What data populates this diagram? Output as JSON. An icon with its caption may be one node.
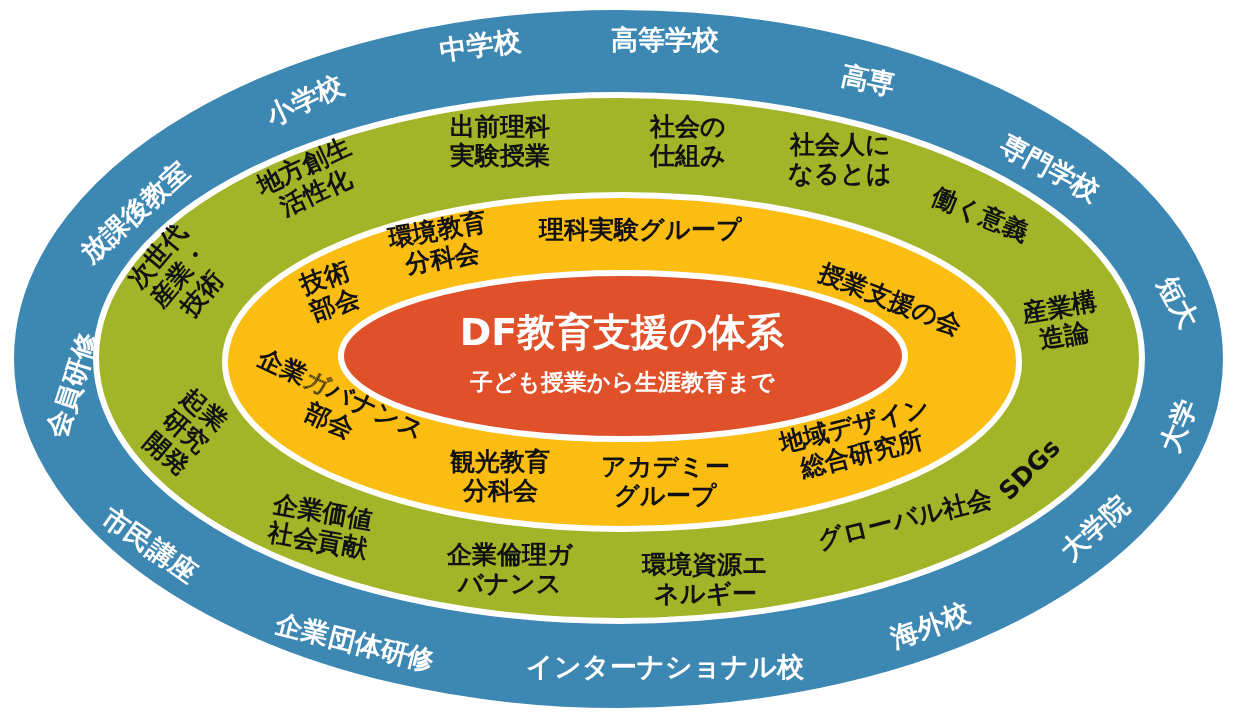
{
  "diagram": {
    "nodes": [
      {
        "text": [
          "放課後教室",
          "小学校",
          "中学校",
          "高等学校",
          "高専",
          "専門学校",
          "短大",
          "会員研修",
          "市民講座",
          "企業団体研修",
          "インターナショナル校",
          "海外校",
          "大学院",
          "大学"
        ]
      },
      {
        "text": [
          "次世代産業・技術",
          "地方創生活性化",
          "出前理科実験授業",
          "社会の仕組み",
          "社会人になるとは",
          "働く意義",
          "産業構造論",
          "起業研究開発",
          "企業価値社会貢献",
          "企業倫理ガバナンス",
          "環境資源エネルギー",
          "グローバル社会",
          "SDGs"
        ],
        "in": 0
      },
      {
        "text": [
          "技術部会",
          "環境教育分科会",
          "理科実験グループ",
          "授業支援の会",
          "企業ガバナンス部会",
          "観光教育分科会",
          "アカデミーグループ",
          "地域デザイン総合研究所"
        ],
        "in": 1
      },
      {
        "text": [
          "DF教育支援の体系",
          "子ども授業から生涯教育まで"
        ],
        "in": 2
      }
    ]
  }
}
